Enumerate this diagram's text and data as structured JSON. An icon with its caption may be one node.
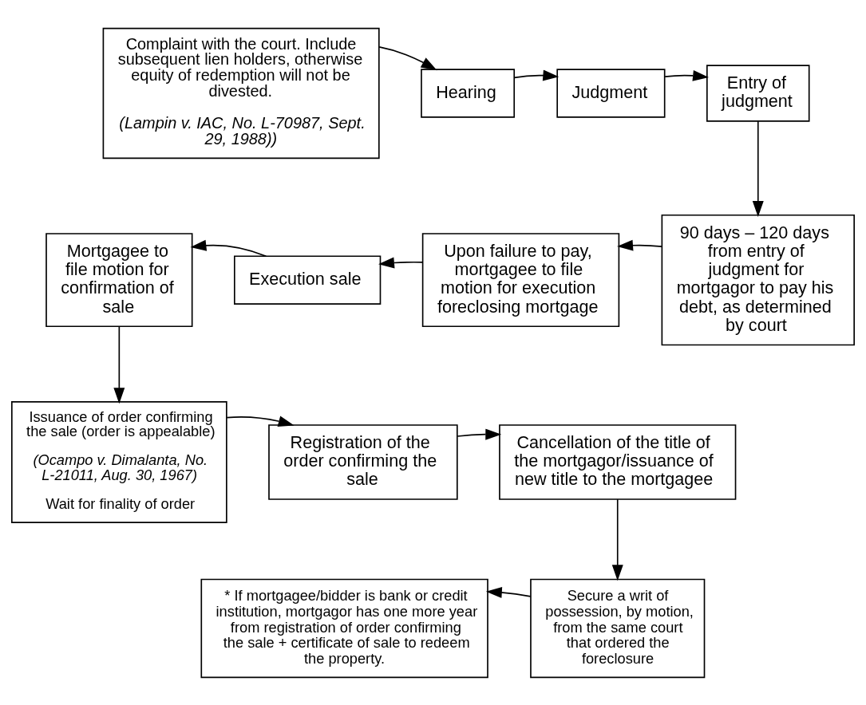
{
  "diagram": {
    "nodes": [
      {
        "text": [
          "Complaint with the court. Include subsequent lien holders, otherwise equity of redemption will not be divested.",
          "(Lampin v. IAC, No. L-70987, Sept. 29, 1988))"
        ]
      },
      {
        "text": [
          "Hearing"
        ]
      },
      {
        "text": [
          "Judgment"
        ]
      },
      {
        "text": [
          "Entry of judgment"
        ]
      },
      {
        "text": [
          "90 days – 120 days from entry of judgment for mortgagor to pay his debt, as determined by court"
        ]
      },
      {
        "text": [
          "Upon failure to pay, mortgagee to file motion for execution foreclosing mortgage"
        ]
      },
      {
        "text": [
          "Execution sale"
        ]
      },
      {
        "text": [
          "Mortgagee to file motion for confirmation of sale"
        ]
      },
      {
        "text": [
          "Issuance of order confirming the sale (order is appealable)",
          "(Ocampo v. Dimalanta, No. L-21011, Aug. 30, 1967)",
          "Wait for finality of order"
        ]
      },
      {
        "text": [
          "Registration of the order confirming the sale"
        ]
      },
      {
        "text": [
          "Cancellation of the title of the mortgagor/issuance of new title to the mortgagee"
        ]
      },
      {
        "text": [
          "Secure a writ of possession, by motion, from the same court that ordered the foreclosure"
        ]
      },
      {
        "text": [
          "* If mortgagee/bidder is bank or credit institution, mortgagor has one more year from registration of order confirming the sale + certificate of sale to redeem the property."
        ]
      }
    ],
    "edges": [
      {
        "from": 0,
        "to": 1,
        "arrow": "to"
      },
      {
        "from": 1,
        "to": 2,
        "arrow": "to"
      },
      {
        "from": 2,
        "to": 3,
        "arrow": "to"
      },
      {
        "from": 3,
        "to": 4,
        "arrow": "to"
      },
      {
        "from": 4,
        "to": 5,
        "arrow": "to"
      },
      {
        "from": 5,
        "to": 6,
        "arrow": "to"
      },
      {
        "from": 6,
        "to": 7,
        "arrow": "to"
      },
      {
        "from": 7,
        "to": 8,
        "arrow": "to"
      },
      {
        "from": 8,
        "to": 9,
        "arrow": "to"
      },
      {
        "from": 9,
        "to": 10,
        "arrow": "to"
      },
      {
        "from": 10,
        "to": 11,
        "arrow": "to"
      },
      {
        "from": 11,
        "to": 12,
        "arrow": "to"
      }
    ]
  }
}
